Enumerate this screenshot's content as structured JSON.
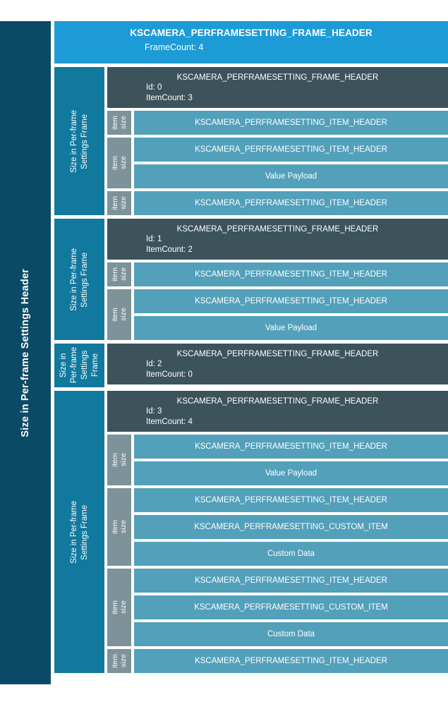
{
  "outer": {
    "label": "Size in Per-frame Settings Header"
  },
  "top_header": {
    "title": "KSCAMERA_PERFRAMESETTING_FRAME_HEADER",
    "subtitle": "FrameCount: 4"
  },
  "labels": {
    "frame_label_2line": "Size in Per-frame\nSettings Frame",
    "frame_label_4line": "Size in\nPer-frame\nSettings\nFrame",
    "item_size": "item\nsize"
  },
  "colors": {
    "outer_bar": "#0b4a66",
    "top_header": "#1d9bd7",
    "frame_label": "#12799e",
    "frame_header": "#3d535c",
    "item_size": "#7d9299",
    "row": "#53a0bb",
    "text": "#ffffff"
  },
  "frames": [
    {
      "label": "Size in Per-frame\nSettings Frame",
      "title": "KSCAMERA_PERFRAMESETTING_FRAME_HEADER",
      "meta": "Id: 0\nItemCount: 3",
      "items": [
        {
          "size_label": "item\nsize",
          "rows": [
            "KSCAMERA_PERFRAMESETTING_ITEM_HEADER"
          ]
        },
        {
          "size_label": "item\nsize",
          "rows": [
            "KSCAMERA_PERFRAMESETTING_ITEM_HEADER",
            "Value Payload"
          ]
        },
        {
          "size_label": "item\nsize",
          "rows": [
            "KSCAMERA_PERFRAMESETTING_ITEM_HEADER"
          ]
        }
      ]
    },
    {
      "label": "Size in Per-frame\nSettings Frame",
      "title": "KSCAMERA_PERFRAMESETTING_FRAME_HEADER",
      "meta": "Id: 1\nItemCount: 2",
      "items": [
        {
          "size_label": "item\nsize",
          "rows": [
            "KSCAMERA_PERFRAMESETTING_ITEM_HEADER"
          ]
        },
        {
          "size_label": "item\nsize",
          "rows": [
            "KSCAMERA_PERFRAMESETTING_ITEM_HEADER",
            "Value Payload"
          ]
        }
      ]
    },
    {
      "label": "Size in\nPer-frame\nSettings\nFrame",
      "title": "KSCAMERA_PERFRAMESETTING_FRAME_HEADER",
      "meta": "Id: 2\nItemCount: 0",
      "items": []
    },
    {
      "label": "Size in Per-frame\nSettings Frame",
      "title": "KSCAMERA_PERFRAMESETTING_FRAME_HEADER",
      "meta": "Id: 3\nItemCount: 4",
      "items": [
        {
          "size_label": "item\nsize",
          "rows": [
            "KSCAMERA_PERFRAMESETTING_ITEM_HEADER",
            "Value Payload"
          ]
        },
        {
          "size_label": "item\nsize",
          "rows": [
            "KSCAMERA_PERFRAMESETTING_ITEM_HEADER",
            "KSCAMERA_PERFRAMESETTING_CUSTOM_ITEM",
            "Custom Data"
          ]
        },
        {
          "size_label": "item\nsize",
          "rows": [
            "KSCAMERA_PERFRAMESETTING_ITEM_HEADER",
            "KSCAMERA_PERFRAMESETTING_CUSTOM_ITEM",
            "Custom Data"
          ]
        },
        {
          "size_label": "item\nsize",
          "rows": [
            "KSCAMERA_PERFRAMESETTING_ITEM_HEADER"
          ]
        }
      ]
    }
  ]
}
